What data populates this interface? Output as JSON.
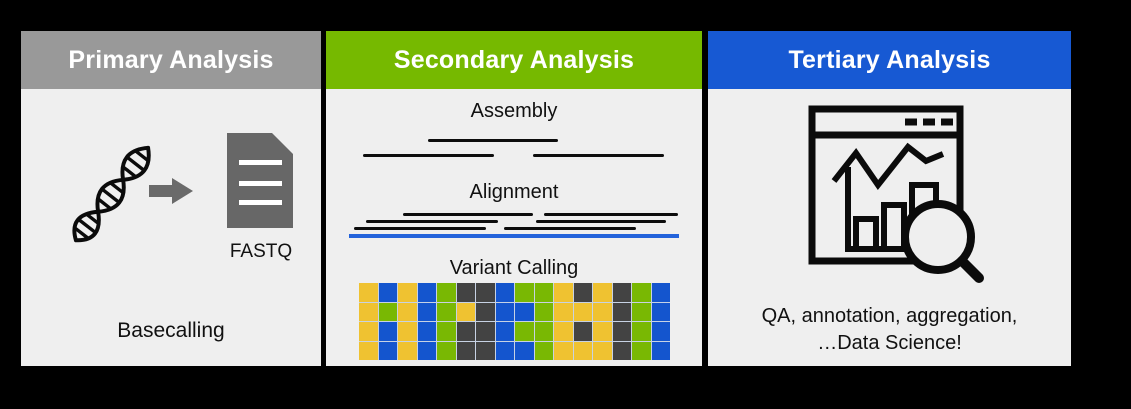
{
  "diagram": {
    "background_color": "#000000",
    "panel_bg_color": "#EFEFEF",
    "panels": [
      {
        "title": "Primary Analysis",
        "header_color": "#999999",
        "icons": [
          "dna-helix-icon",
          "arrow-right-icon",
          "fastq-document-icon"
        ],
        "file_label": "FASTQ",
        "caption": "Basecalling"
      },
      {
        "title": "Secondary Analysis",
        "header_color": "#76B900",
        "section_labels": [
          "Assembly",
          "Alignment",
          "Variant Calling"
        ]
      },
      {
        "title": "Tertiary Analysis",
        "header_color": "#1759D3",
        "icons": [
          "analytics-window-icon",
          "magnifier-icon"
        ],
        "caption_line1": "QA, annotation, aggregation,",
        "caption_line2": "…Data Science!"
      }
    ],
    "read_segment_color": "#0D0D0D",
    "reference_line_color": "#2363DB",
    "arrow_color": "#6A6A6A",
    "document_color": "#676767",
    "variant_grid": {
      "cell_colors": {
        "Y": "#EFC231",
        "B": "#1455CE",
        "G": "#79B803",
        "D": "#434343"
      },
      "rows": [
        "YBYBGDDBGGYDYDGB",
        "YGYBGYDBBGYYYDGB",
        "YBYBGDDBGGYDYDGB",
        "YBYBGDDBBGYYYDGB"
      ]
    }
  }
}
